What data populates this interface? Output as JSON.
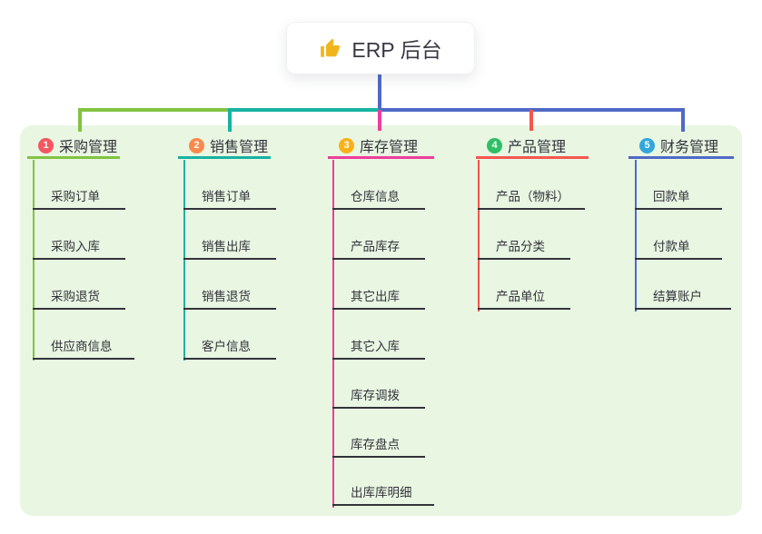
{
  "root": {
    "title": "ERP 后台",
    "icon": "thumbs-up-icon"
  },
  "branches": [
    {
      "num": "1",
      "label": "采购管理",
      "line_color": "#82c341",
      "badge_color": "#f5565f",
      "children": [
        "采购订单",
        "采购入库",
        "采购退货",
        "供应商信息"
      ]
    },
    {
      "num": "2",
      "label": "销售管理",
      "line_color": "#17b3a3",
      "badge_color": "#fa8a4b",
      "children": [
        "销售订单",
        "销售出库",
        "销售退货",
        "客户信息"
      ]
    },
    {
      "num": "3",
      "label": "库存管理",
      "line_color": "#ee3e9c",
      "badge_color": "#fbb117",
      "children": [
        "仓库信息",
        "产品库存",
        "其它出库",
        "其它入库",
        "库存调拨",
        "库存盘点",
        "出库库明细"
      ]
    },
    {
      "num": "4",
      "label": "产品管理",
      "line_color": "#f4564e",
      "badge_color": "#2fbf65",
      "children": [
        "产品（物料）",
        "产品分类",
        "产品单位"
      ]
    },
    {
      "num": "5",
      "label": "财务管理",
      "line_color": "#5069c8",
      "badge_color": "#32a6dc",
      "children": [
        "回款单",
        "付款单",
        "结算账户"
      ]
    }
  ],
  "colors": {
    "panel_bg": "#e8f6e2",
    "root_line": "#5069c8",
    "thumb_icon": "#f0b51e"
  }
}
